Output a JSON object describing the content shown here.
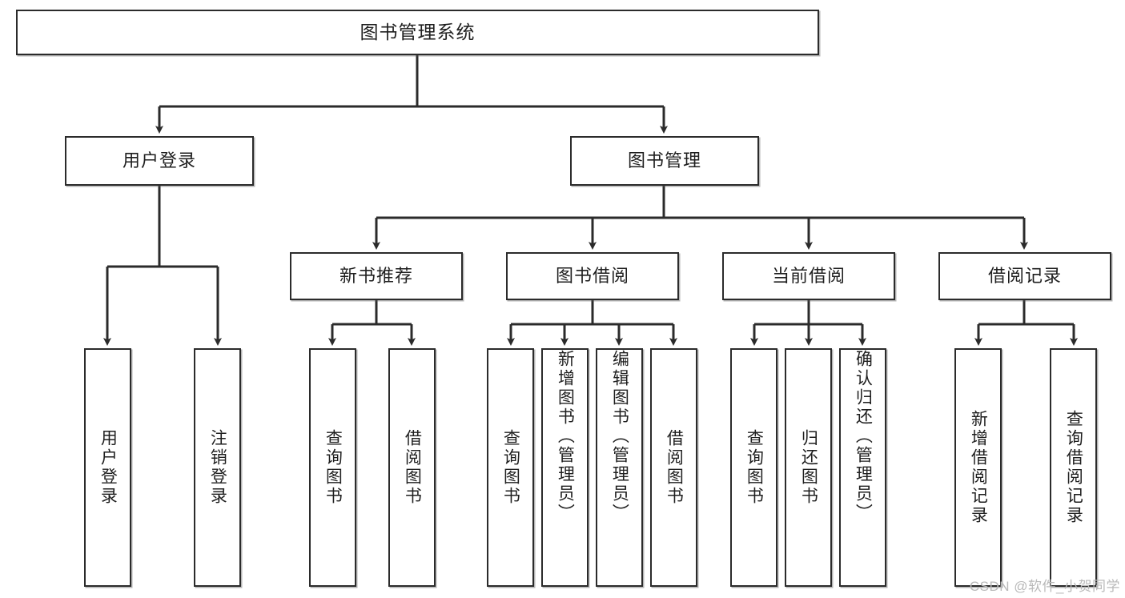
{
  "diagram": {
    "title": "图书管理系统",
    "type": "tree",
    "root": {
      "label": "图书管理系统"
    },
    "level2": [
      {
        "label": "用户登录"
      },
      {
        "label": "图书管理"
      }
    ],
    "level3": [
      {
        "label": "新书推荐"
      },
      {
        "label": "图书借阅"
      },
      {
        "label": "当前借阅"
      },
      {
        "label": "借阅记录"
      }
    ],
    "leaves": {
      "user_login": [
        {
          "label": "用户登录"
        },
        {
          "label": "注销登录"
        }
      ],
      "new_book_recommend": [
        {
          "label": "查询图书"
        },
        {
          "label": "借阅图书"
        }
      ],
      "book_borrow": [
        {
          "label": "查询图书"
        },
        {
          "label": "新增图书（管理员）"
        },
        {
          "label": "编辑图书（管理员）"
        },
        {
          "label": "借阅图书"
        }
      ],
      "current_borrow": [
        {
          "label": "查询图书"
        },
        {
          "label": "归还图书"
        },
        {
          "label": "确认归还（管理员）"
        }
      ],
      "borrow_record": [
        {
          "label": "新增借阅记录"
        },
        {
          "label": "查询借阅记录"
        }
      ]
    }
  },
  "watermark": {
    "text": "CSDN @软件_小贺同学"
  },
  "colors": {
    "border": "#2b2b2b",
    "text": "#1f1f1f",
    "background": "#ffffff",
    "watermark": "#b9b9b9"
  }
}
